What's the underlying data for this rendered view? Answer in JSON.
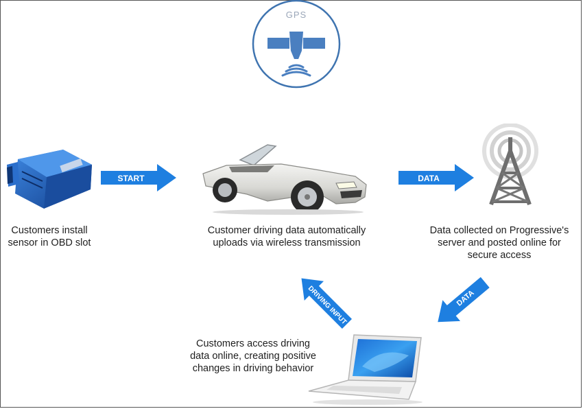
{
  "gps": {
    "label": "GPS"
  },
  "arrows": {
    "start": "START",
    "data_top": "DATA",
    "data_diag": "DATA",
    "driving_input": "DRIVING INPUT"
  },
  "captions": {
    "sensor": [
      "Customers install",
      "sensor in OBD slot"
    ],
    "car": [
      "Customer driving data automatically",
      "uploads via wireless transmission"
    ],
    "server": [
      "Data collected on Progressive's",
      "server and posted online for",
      "secure access"
    ],
    "laptop": [
      "Customers access driving",
      "data online, creating positive",
      "changes in driving behavior"
    ]
  },
  "colors": {
    "arrow_blue": "#1e7fe0",
    "device_blue": "#1f5fb8",
    "gps_blue": "#3f74b0",
    "tower_gray": "#6e6e6e"
  },
  "icons": {
    "gps": "gps-satellite-icon",
    "sensor": "obd-sensor-device",
    "car": "convertible-car",
    "tower": "radio-tower-icon",
    "laptop": "laptop-computer"
  }
}
